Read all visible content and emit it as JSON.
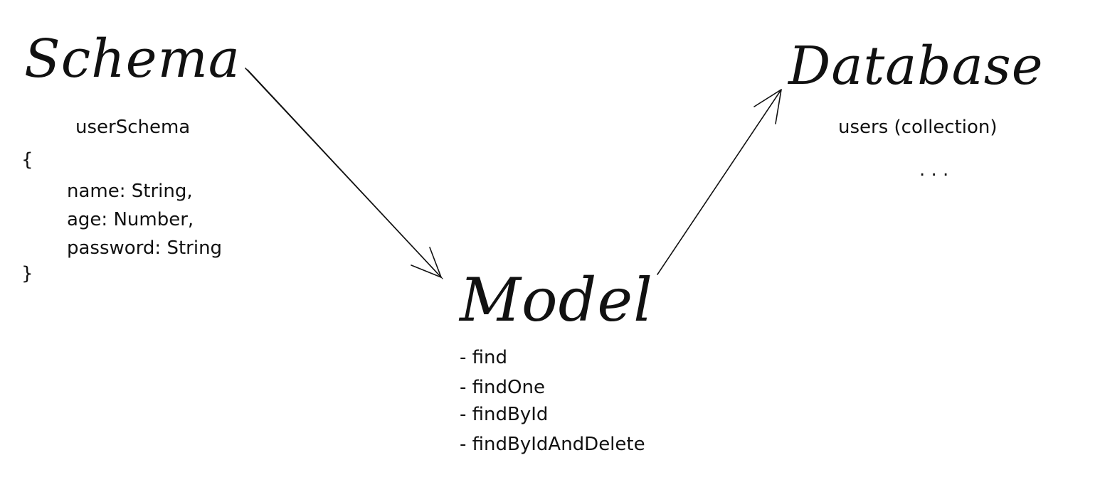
{
  "schema": {
    "title": "Schema",
    "name": "userSchema",
    "open_brace": "{",
    "fields": [
      "name: String,",
      "age: Number,",
      "password: String"
    ],
    "close_brace": "}"
  },
  "model": {
    "title": "Model",
    "methods": [
      "- find",
      "- findOne",
      "- findById",
      "- findByIdAndDelete"
    ]
  },
  "database": {
    "title": "Database",
    "collection": "users (collection)",
    "ellipsis": ". . ."
  },
  "colors": {
    "ink": "#111111",
    "background": "#ffffff"
  }
}
